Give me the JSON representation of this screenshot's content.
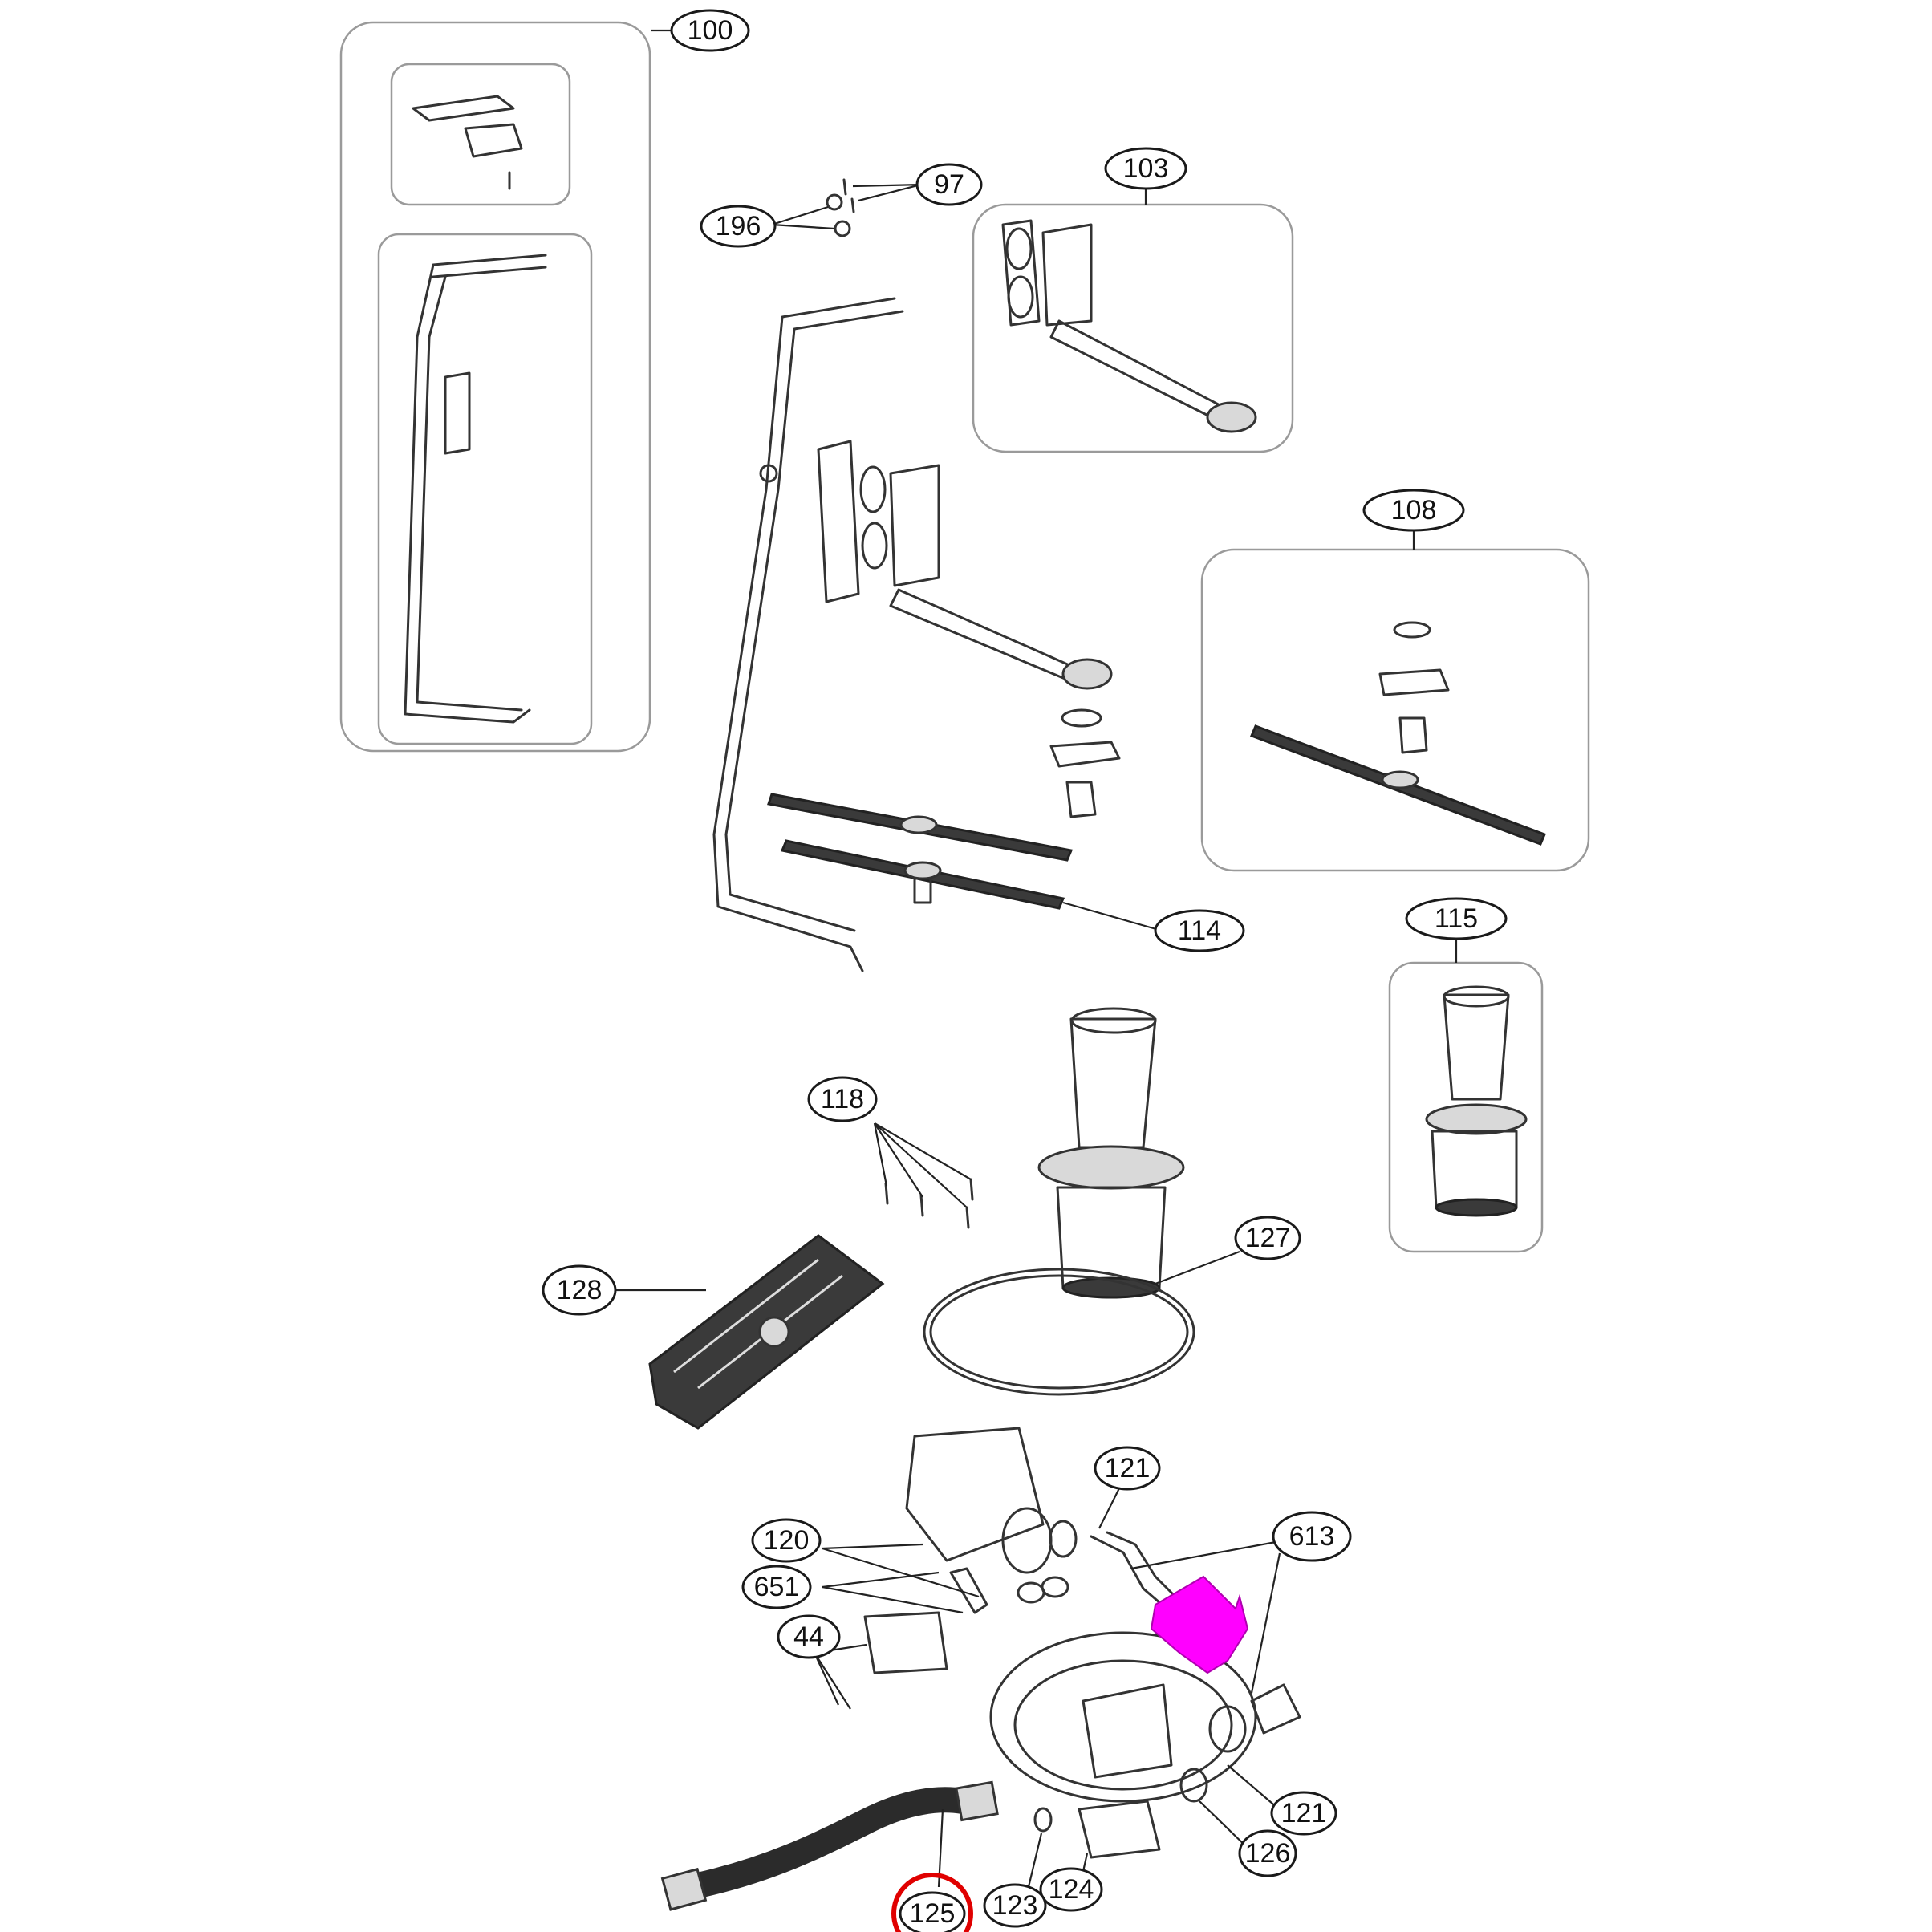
{
  "labels": {
    "l100": "100",
    "l97": "97",
    "l196": "196",
    "l103": "103",
    "l108": "108",
    "l114": "114",
    "l115": "115",
    "l118": "118",
    "l127": "127",
    "l128": "128",
    "l121a": "121",
    "l120": "120",
    "l613": "613",
    "l651": "651",
    "l44": "44",
    "l121b": "121",
    "l126": "126",
    "l124": "124",
    "l123": "123",
    "l125": "125"
  },
  "highlight": {
    "ring_color": "#e00000",
    "part_color": "#ff00ff"
  }
}
